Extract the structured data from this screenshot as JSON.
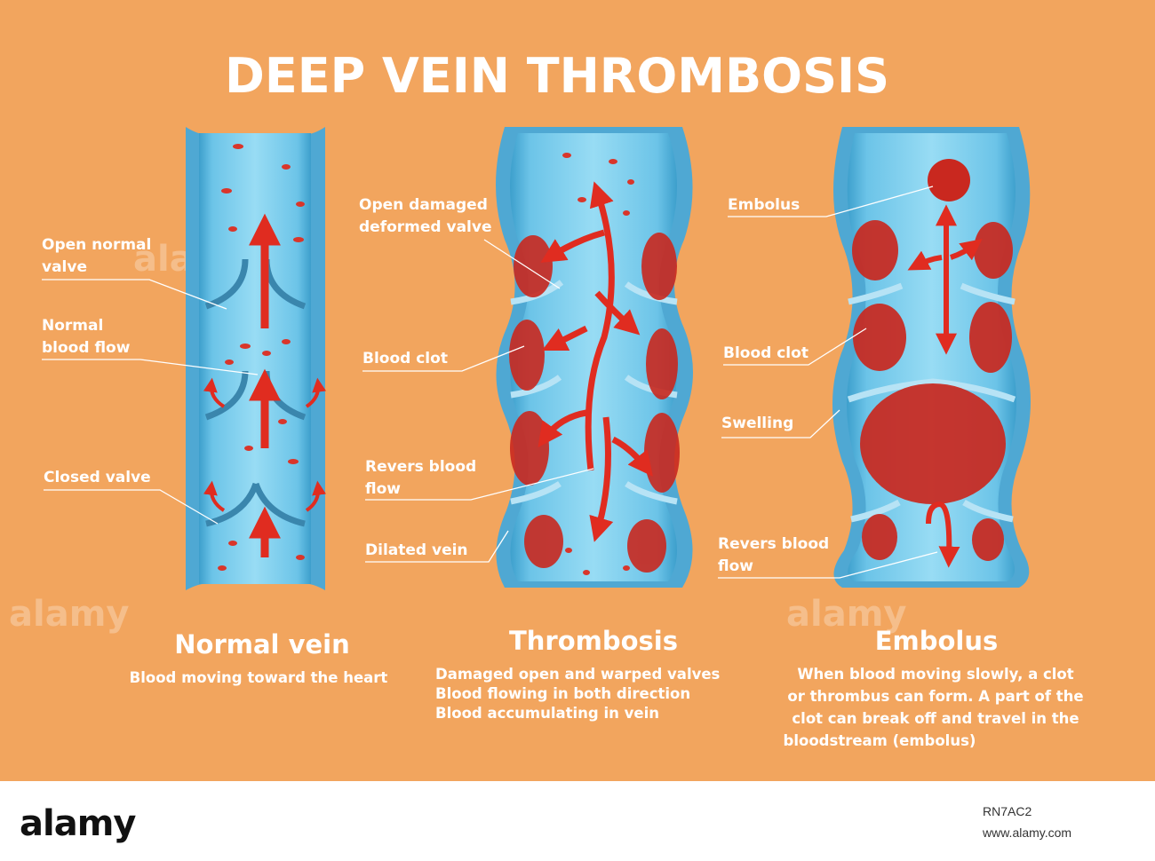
{
  "title": "DEEP VEIN THROMBOSIS",
  "colors": {
    "background": "#f2a55e",
    "vein_wall": "#56b0d8",
    "vein_lumen": "#8fd6f2",
    "blood": "#d9352a",
    "arrow": "#e02c20",
    "text": "#ffffff"
  },
  "panels": {
    "normal": {
      "title": "Normal vein",
      "description": [
        "Blood moving toward the heart"
      ],
      "labels": {
        "open_valve": [
          "Open normal",
          "valve"
        ],
        "blood_flow": [
          "Normal",
          "blood flow"
        ],
        "closed_valve": [
          "Closed valve"
        ]
      }
    },
    "thrombosis": {
      "title": "Thrombosis",
      "description": [
        "Damaged open and warped valves",
        "Blood flowing in both direction",
        "Blood accumulating in vein"
      ],
      "labels": {
        "damaged_valve": [
          "Open damaged",
          "deformed valve"
        ],
        "blood_clot": [
          "Blood clot"
        ],
        "reverse_flow": [
          "Revers blood",
          "flow"
        ],
        "dilated_vein": [
          "Dilated vein"
        ]
      }
    },
    "embolus": {
      "title": "Embolus",
      "description": [
        "When blood moving slowly, a clot",
        "or thrombus can form. A part of the",
        "clot can break off and travel in the",
        "bloodstream (embolus)"
      ],
      "labels": {
        "embolus": [
          "Embolus"
        ],
        "blood_clot": [
          "Blood clot"
        ],
        "swelling": [
          "Swelling"
        ],
        "reverse_flow": [
          "Revers blood",
          "flow"
        ]
      }
    }
  },
  "watermark": {
    "text": "alamy",
    "image_id": "RN7AC2",
    "url": "www.alamy.com"
  }
}
